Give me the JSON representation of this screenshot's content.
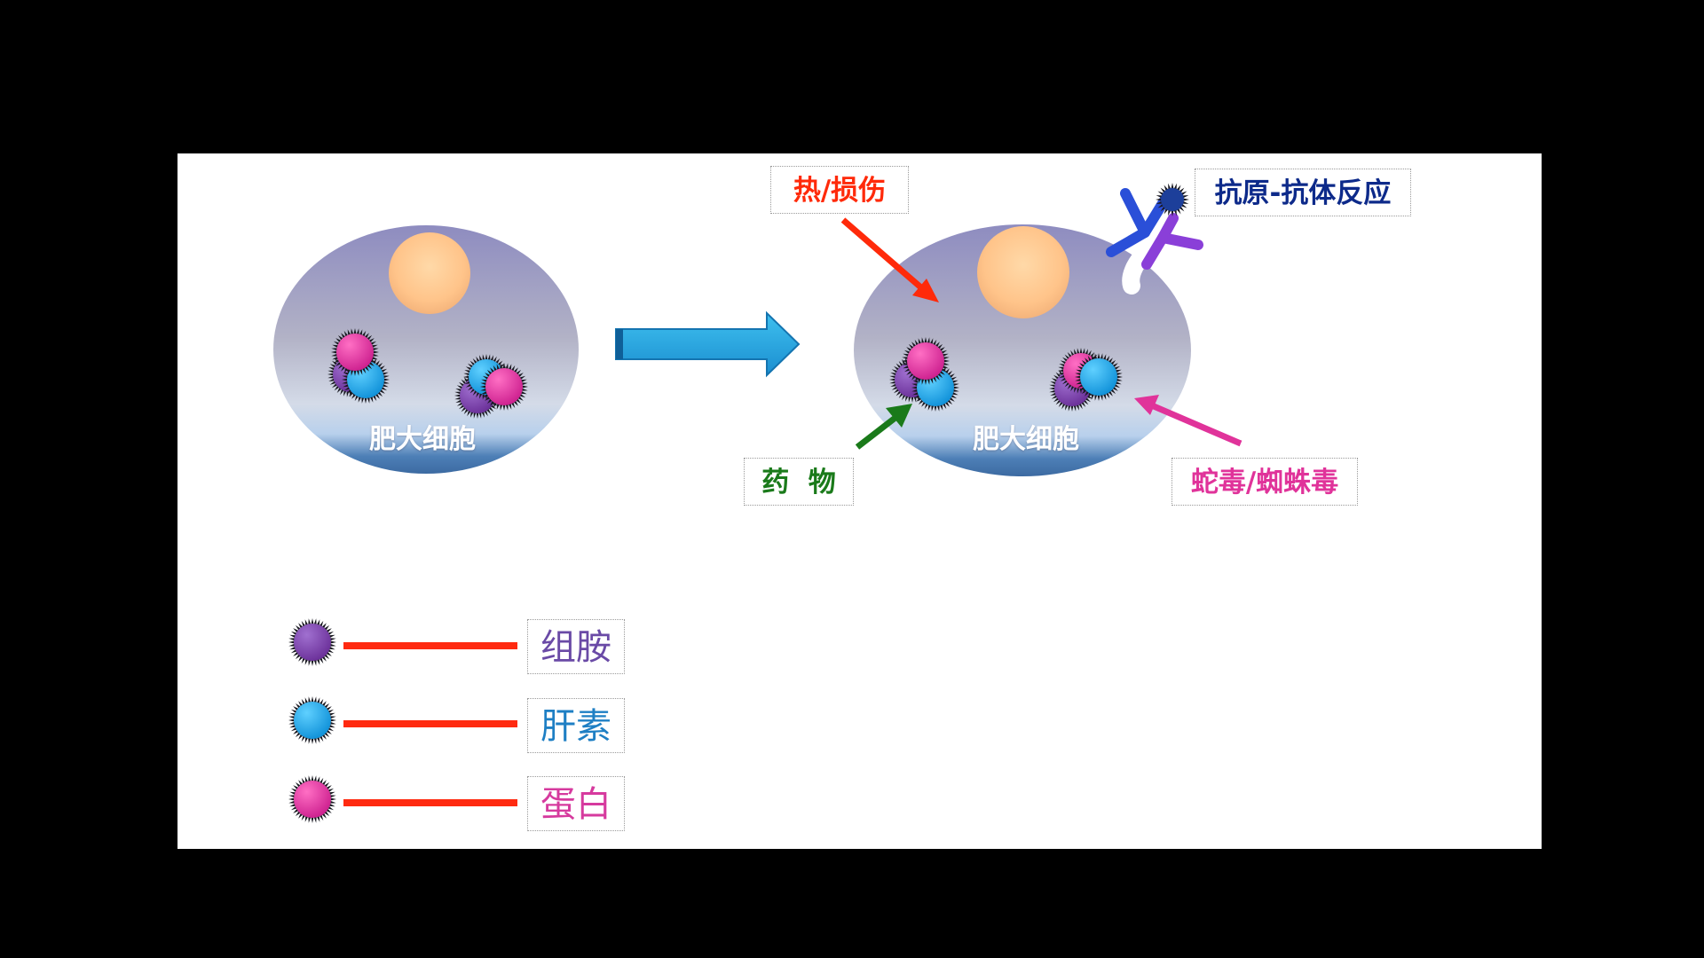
{
  "cell_before": {
    "label": "肥大细胞"
  },
  "cell_after": {
    "label": "肥大细胞"
  },
  "triggers": {
    "heat": {
      "label": "热/损伤",
      "color": "#ff2a0a"
    },
    "antigen": {
      "label": "抗原-抗体反应",
      "color": "#0d2a8a"
    },
    "drug": {
      "label": "药  物",
      "color": "#1a7a1a"
    },
    "venom": {
      "label": "蛇毒/蜘蛛毒",
      "color": "#e0339a"
    }
  },
  "legend": [
    {
      "label": "组胺",
      "color": "#7b3fa8",
      "text_color": "#6a4aa6"
    },
    {
      "label": "肝素",
      "color": "#1aa8e8",
      "text_color": "#1e7fc4"
    },
    {
      "label": "蛋白",
      "color": "#e33aa6",
      "text_color": "#d63a9e"
    }
  ],
  "colors": {
    "backdrop": "#000000",
    "slide": "#ffffff",
    "connector": "#ff2a10",
    "process_arrow": "#2aa8e0",
    "nucleus": "#ffc48a",
    "antibody_blue": "#2a4fd8",
    "antibody_purple": "#8a3fd8"
  }
}
